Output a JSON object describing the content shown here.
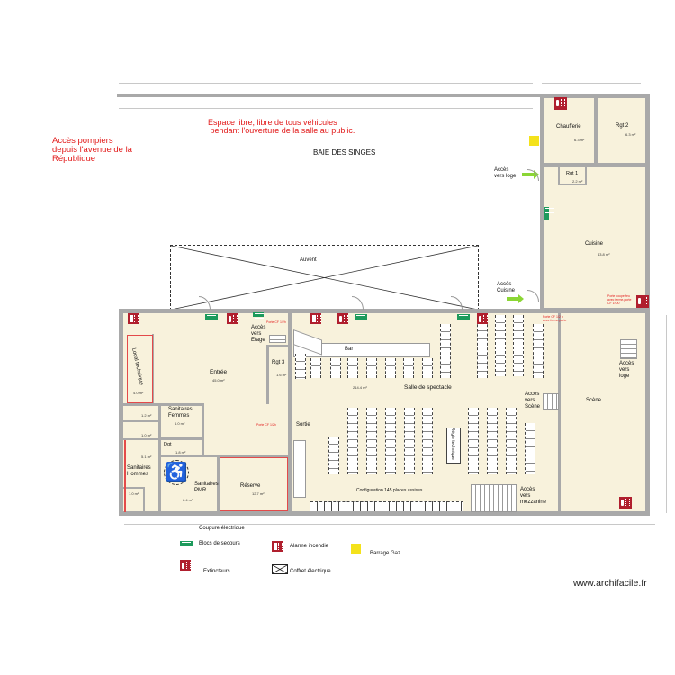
{
  "plan": {
    "title_street": "BAIE DES SINGES",
    "notice_free_space": "Espace libre, libre de tous véhicules\n pendant l'ouverture de la salle au public.",
    "notice_firefighters": "Accès pompiers\ndepuis l'avenue de la\nRépublique",
    "awning_label": "Auvent",
    "power_cut_label": "Coupure électrique",
    "watermark": "www.archifacile.fr"
  },
  "rooms": {
    "chaufferie": {
      "name": "Chaufferie",
      "area": "6.3 m²"
    },
    "rgt2": {
      "name": "Rgt 2",
      "area": "6.3 m²"
    },
    "rgt1": {
      "name": "Rgt 1",
      "area": "2.2 m²"
    },
    "cuisine": {
      "name": "Cuisine",
      "area": "43.8 m²"
    },
    "entree": {
      "name": "Entrée",
      "area": "45.0 m²"
    },
    "local_technique": {
      "name": "Local technique",
      "area": "4.0 m²"
    },
    "rgt3": {
      "name": "Rgt 3",
      "area": "1.6 m²"
    },
    "sanitaires_femmes": {
      "name": "Sanitaires\nFemmes",
      "area": "6.0 m²"
    },
    "wc_f1": {
      "area": "1.2 m²"
    },
    "wc_f2": {
      "area": "1.0 m²"
    },
    "dgt": {
      "name": "Dgt",
      "area": "1.8 m²"
    },
    "sanitaires_hommes": {
      "name": "Sanitaires\nHommes",
      "area": "5.1 m²"
    },
    "wc_h": {
      "area": "1.0 m²"
    },
    "sanitaires_pmr": {
      "name": "Sanitaires\nPMR",
      "area": "6.4 m²"
    },
    "reserve": {
      "name": "Réserve",
      "area": "12.7 m²"
    },
    "bar": {
      "name": "Bar"
    },
    "salle": {
      "name": "Salle de spectacle",
      "area": "214.4 m²"
    },
    "scene": {
      "name": "Scène"
    },
    "regie": {
      "name": "Régie technique"
    },
    "configuration": "Configuration 145 places assises"
  },
  "annotations": {
    "acces_loge_top": "Accès\nvers loge",
    "acces_cuisine": "Accès\nCuisine",
    "acces_etage": "Accès\nvers\nEtage",
    "acces_scene": "Accès\nvers\nScène",
    "acces_mezzanine": "Accès\nvers\nmezzanine",
    "acces_loge_scene": "Accès\nvers\nloge",
    "sortie": "Sortie",
    "porte_cf_entree": "Porte CF 1/2h",
    "porte_cf_etage": "Porte CF 1/2h",
    "porte_cf_scene": "Porte CF 1/2 h\navec ferme-porte",
    "porte_cuisine": "Porte coupe-feu\navec ferme-porte\nCF 1h00",
    "bloc_secours_small": "Blocs de\nsecours"
  },
  "legend": {
    "items": [
      {
        "icon": "emergency-exit-block",
        "label": "Blocs de secours"
      },
      {
        "icon": "fire-alarm",
        "label": "Alarme incendie"
      },
      {
        "icon": "gas-shutoff",
        "label": "Barrage Gaz"
      },
      {
        "icon": "fire-extinguisher",
        "label": "Extincteurs"
      },
      {
        "icon": "electrical-box",
        "label": "Coffret électrique"
      }
    ]
  },
  "colors": {
    "wall": "#a9a9a9",
    "floor": "#f8f2dc",
    "safety_red": "#b01f2e",
    "exit_green": "#1d9a5c",
    "gas_yellow": "#f4e21b",
    "access_arrow": "#8bd635",
    "annotation_red": "#e21b1b"
  }
}
